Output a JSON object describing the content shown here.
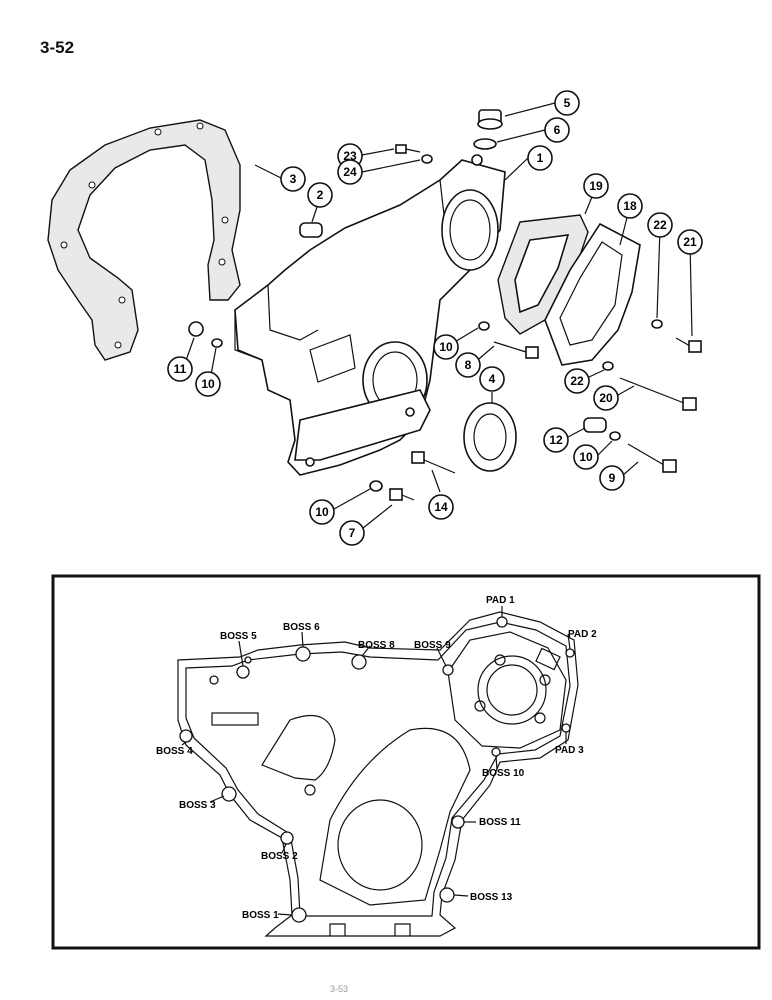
{
  "page": {
    "number": "3-52",
    "footer_mark": "3-53"
  },
  "callouts": [
    "5",
    "6",
    "23",
    "24",
    "1",
    "19",
    "18",
    "22",
    "21",
    "3",
    "2",
    "11",
    "10",
    "10",
    "8",
    "4",
    "22",
    "20",
    "12",
    "10",
    "9",
    "10",
    "7",
    "14"
  ],
  "inset_labels": [
    "PAD 1",
    "PAD 2",
    "PAD 3",
    "BOSS 5",
    "BOSS 6",
    "BOSS 8",
    "BOSS 9",
    "BOSS 4",
    "BOSS 10",
    "BOSS 3",
    "BOSS 11",
    "BOSS 2",
    "BOSS 13",
    "BOSS 1"
  ]
}
